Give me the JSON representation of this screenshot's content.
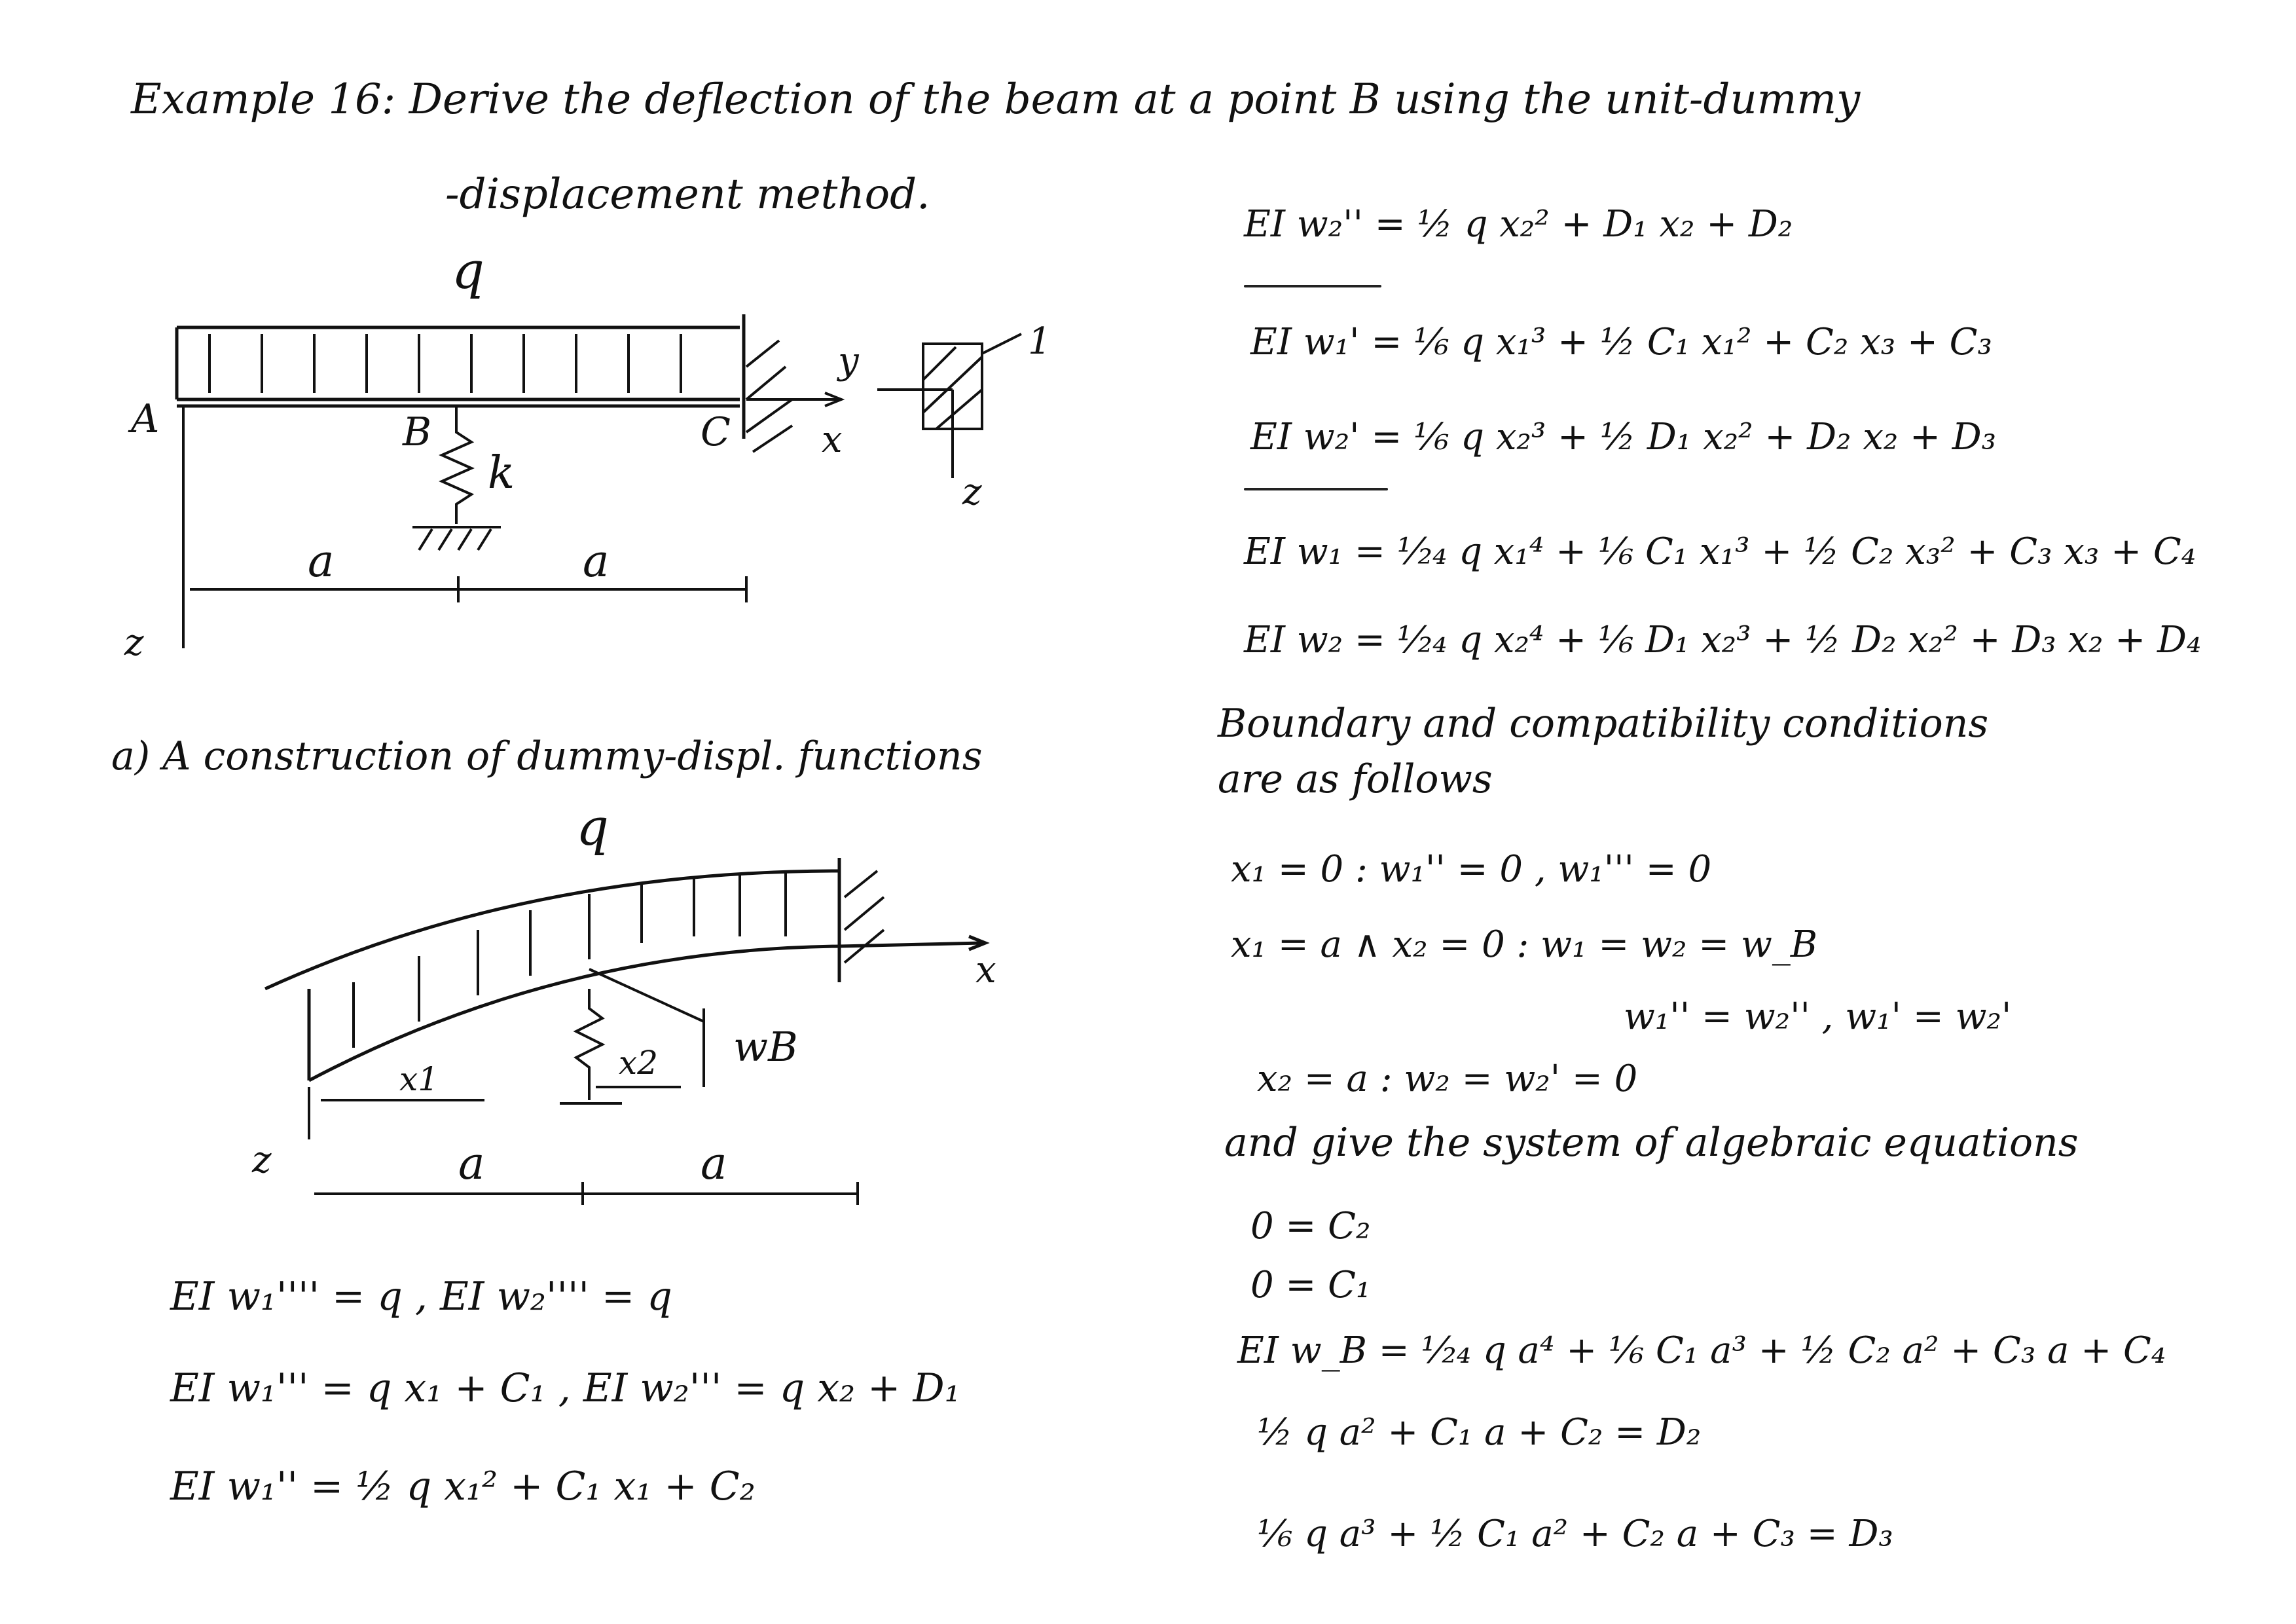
{
  "title": {
    "line1": "Example 16: Derive the deflection of the beam at a point B using the unit-dummy",
    "line2": "-displacement method."
  },
  "diagram_top": {
    "load": "q",
    "point_a": "A",
    "point_b": "B",
    "point_c": "C",
    "spring": "k",
    "dim_left": "a",
    "dim_right": "a",
    "axis_x": "x",
    "axis_z": "z",
    "axes_y": "y",
    "axes_z": "z",
    "unit_load": "1"
  },
  "section_a": {
    "heading": "a) A construction of dummy-displ. functions"
  },
  "diagram_bottom": {
    "load": "q",
    "axis_x": "x",
    "axis_z": "z",
    "x1": "x1",
    "x2": "x2",
    "wb": "wB",
    "dim_left": "a",
    "dim_right": "a"
  },
  "left_equations": [
    "EI w₁'''' = q ,  EI w₂'''' = q",
    "EI w₁''' = q x₁ + C₁ ,  EI w₂''' = q x₂ + D₁",
    "EI w₁'' = ½ q x₁² + C₁ x₁ + C₂"
  ],
  "right_equations": {
    "w2pp": "EI w₂'' = ½ q x₂² + D₁ x₂ + D₂",
    "w1p": "EI w₁' = ⅙ q x₁³ + ½ C₁ x₁² + C₂ x₃ + C₃",
    "w2p": "EI w₂' = ⅙ q x₂³ + ½ D₁ x₂² + D₂ x₂ + D₃",
    "w1": "EI w₁ = ¹⁄₂₄ q x₁⁴ + ⅙ C₁ x₁³ + ½ C₂ x₃² + C₃ x₃ + C₄",
    "w2": "EI w₂ = ¹⁄₂₄ q x₂⁴ + ⅙ D₁ x₂³ + ½ D₂ x₂² + D₃ x₂ + D₄"
  },
  "conditions": {
    "intro1": "Boundary and compatibility conditions",
    "intro2": "are as follows",
    "c1": "x₁ = 0 :   w₁'' = 0 ,  w₁''' = 0",
    "c2": "x₁ = a  ∧  x₂ = 0 :   w₁ = w₂ = w_B",
    "c3": "w₁'' = w₂'' ,   w₁' = w₂'",
    "c4": "x₂ = a :   w₂ = w₂' = 0",
    "outro": "and give the system of algebraic equations"
  },
  "system": [
    "0 = C₂",
    "0 = C₁",
    "EI w_B = ¹⁄₂₄ q a⁴ + ⅙ C₁ a³ + ½ C₂ a² + C₃ a + C₄",
    "½ q a² + C₁ a + C₂ = D₂",
    "⅙ q a³ + ½ C₁ a² + C₂ a + C₃ = D₃"
  ]
}
